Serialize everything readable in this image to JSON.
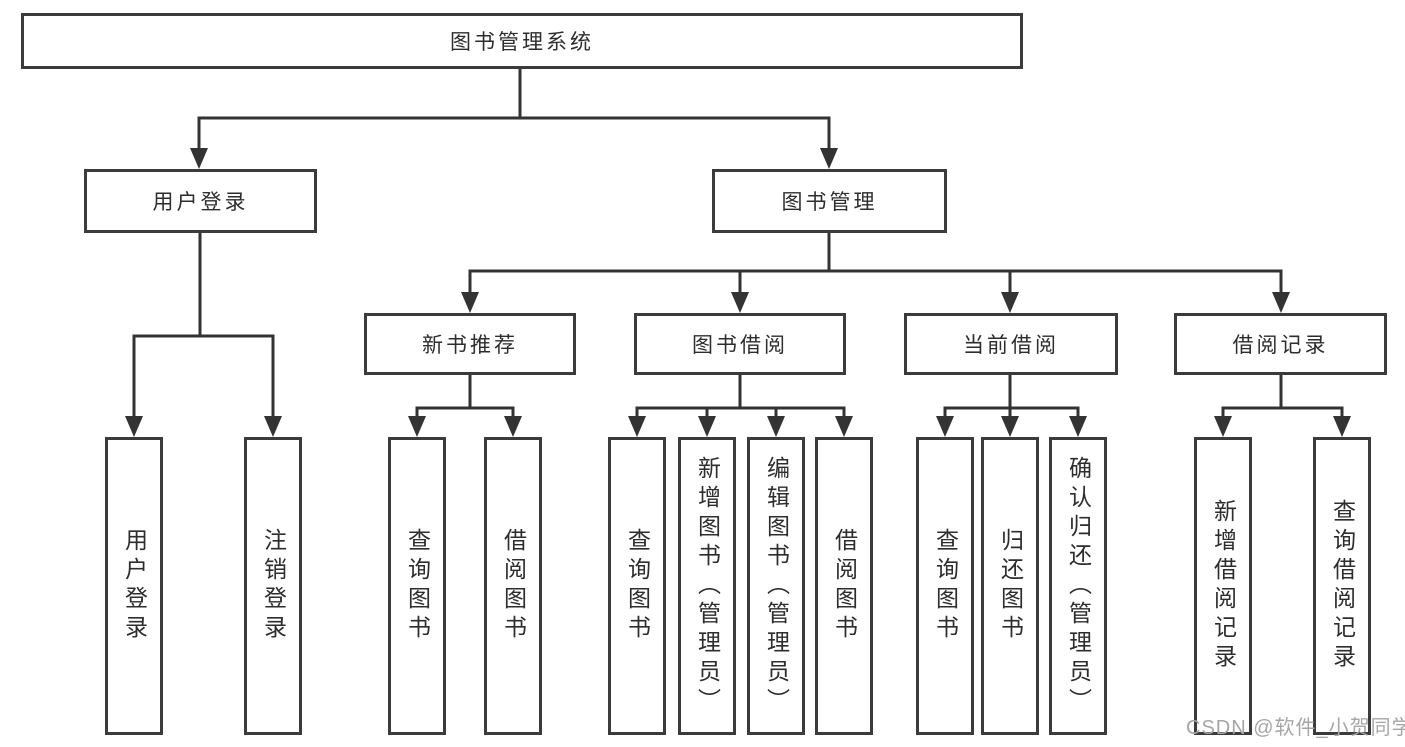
{
  "diagram": {
    "title": "图书管理系统",
    "watermark": "CSDN @软件_小贺同学",
    "colors": {
      "background": "#ffffff",
      "box_border": "#3b3b3b",
      "connector_line": "#333333",
      "text": "#2d2d2d",
      "watermark_text": "#a6a6a6"
    },
    "tree": {
      "root": {
        "label": "图书管理系统"
      },
      "level2": [
        {
          "label": "用户登录"
        },
        {
          "label": "图书管理"
        }
      ],
      "level3": [
        {
          "label": "新书推荐"
        },
        {
          "label": "图书借阅"
        },
        {
          "label": "当前借阅"
        },
        {
          "label": "借阅记录"
        }
      ],
      "leaves": [
        {
          "label": "用户登录",
          "parent": "用户登录"
        },
        {
          "label": "注销登录",
          "parent": "用户登录"
        },
        {
          "label": "查询图书",
          "parent": "新书推荐"
        },
        {
          "label": "借阅图书",
          "parent": "新书推荐"
        },
        {
          "label": "查询图书",
          "parent": "图书借阅"
        },
        {
          "label": "新增图书（管理员）",
          "parent": "图书借阅"
        },
        {
          "label": "编辑图书（管理员）",
          "parent": "图书借阅"
        },
        {
          "label": "借阅图书",
          "parent": "图书借阅"
        },
        {
          "label": "查询图书",
          "parent": "当前借阅"
        },
        {
          "label": "归还图书",
          "parent": "当前借阅"
        },
        {
          "label": "确认归还（管理员）",
          "parent": "当前借阅"
        },
        {
          "label": "新增借阅记录",
          "parent": "借阅记录"
        },
        {
          "label": "查询借阅记录",
          "parent": "借阅记录"
        }
      ]
    }
  }
}
